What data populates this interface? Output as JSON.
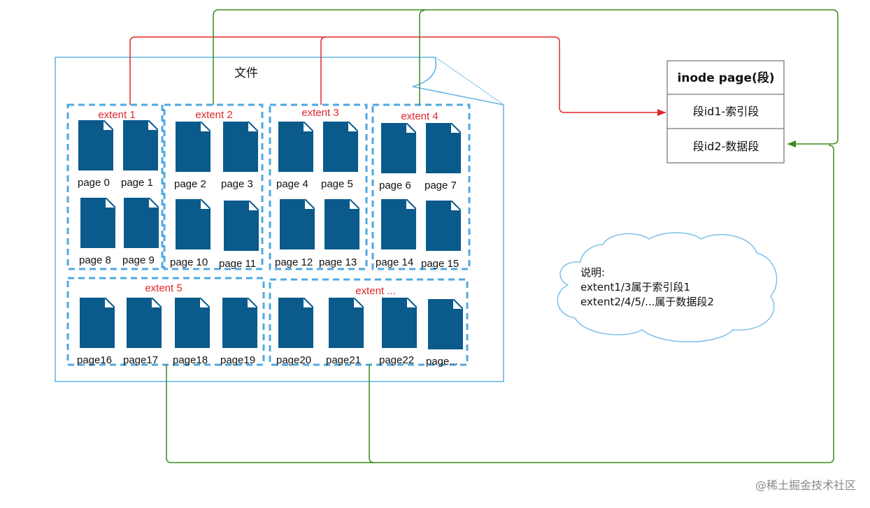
{
  "file": {
    "title": "文件"
  },
  "extents": [
    {
      "label": "extent 1",
      "pages": [
        "page 0",
        "page 1",
        "page 8",
        "page 9"
      ]
    },
    {
      "label": "extent 2",
      "pages": [
        "page 2",
        "page 3",
        "page 10",
        "page 11"
      ]
    },
    {
      "label": "extent 3",
      "pages": [
        "page 4",
        "page 5",
        "page 12",
        "page 13"
      ]
    },
    {
      "label": "extent 4",
      "pages": [
        "page 6",
        "page 7",
        "page 14",
        "page 15"
      ]
    },
    {
      "label": "extent 5",
      "pages": [
        "page16",
        "page17",
        "page18",
        "page19"
      ]
    },
    {
      "label": "extent ...",
      "pages": [
        "page20",
        "page21",
        "page22",
        "page..."
      ]
    }
  ],
  "inode": {
    "header": "inode page(段)",
    "rows": [
      "段id1-索引段",
      "段id2-数据段"
    ]
  },
  "note": {
    "lines": [
      "说明:",
      "extent1/3属于索引段1",
      "extent2/4/5/...属于数据段2"
    ]
  },
  "watermark": "@稀土掘金技术社区",
  "colors": {
    "file_border": "#5fb3e3",
    "extent_border": "#4fa8e0",
    "page_icon": "#0a5a8c",
    "index_arrow": "#e0262c",
    "data_arrow": "#3a8a1a",
    "cloud_border": "#7cc0ea"
  },
  "icons": {
    "page": "document-icon",
    "note": "cloud-shape"
  }
}
